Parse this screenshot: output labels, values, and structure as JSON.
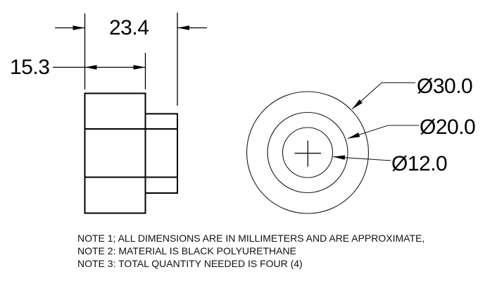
{
  "drawing": {
    "dimensions": {
      "overall_width": "23.4",
      "body_width": "15.3",
      "outer_diameter": "Ø30.0",
      "middle_diameter": "Ø20.0",
      "bore_diameter": "Ø12.0"
    },
    "notes": {
      "line1": "NOTE 1; ALL DIMENSIONS ARE IN MILLIMETERS AND ARE APPROXIMATE,",
      "line2": "NOTE 2: MATERIAL IS BLACK POLYURETHANE",
      "line3": "NOTE 3: TOTAL QUANTITY NEEDED IS FOUR (4)"
    },
    "colors": {
      "line": "#000000",
      "thin_line": "#1a1a1a",
      "background": "#ffffff"
    }
  }
}
